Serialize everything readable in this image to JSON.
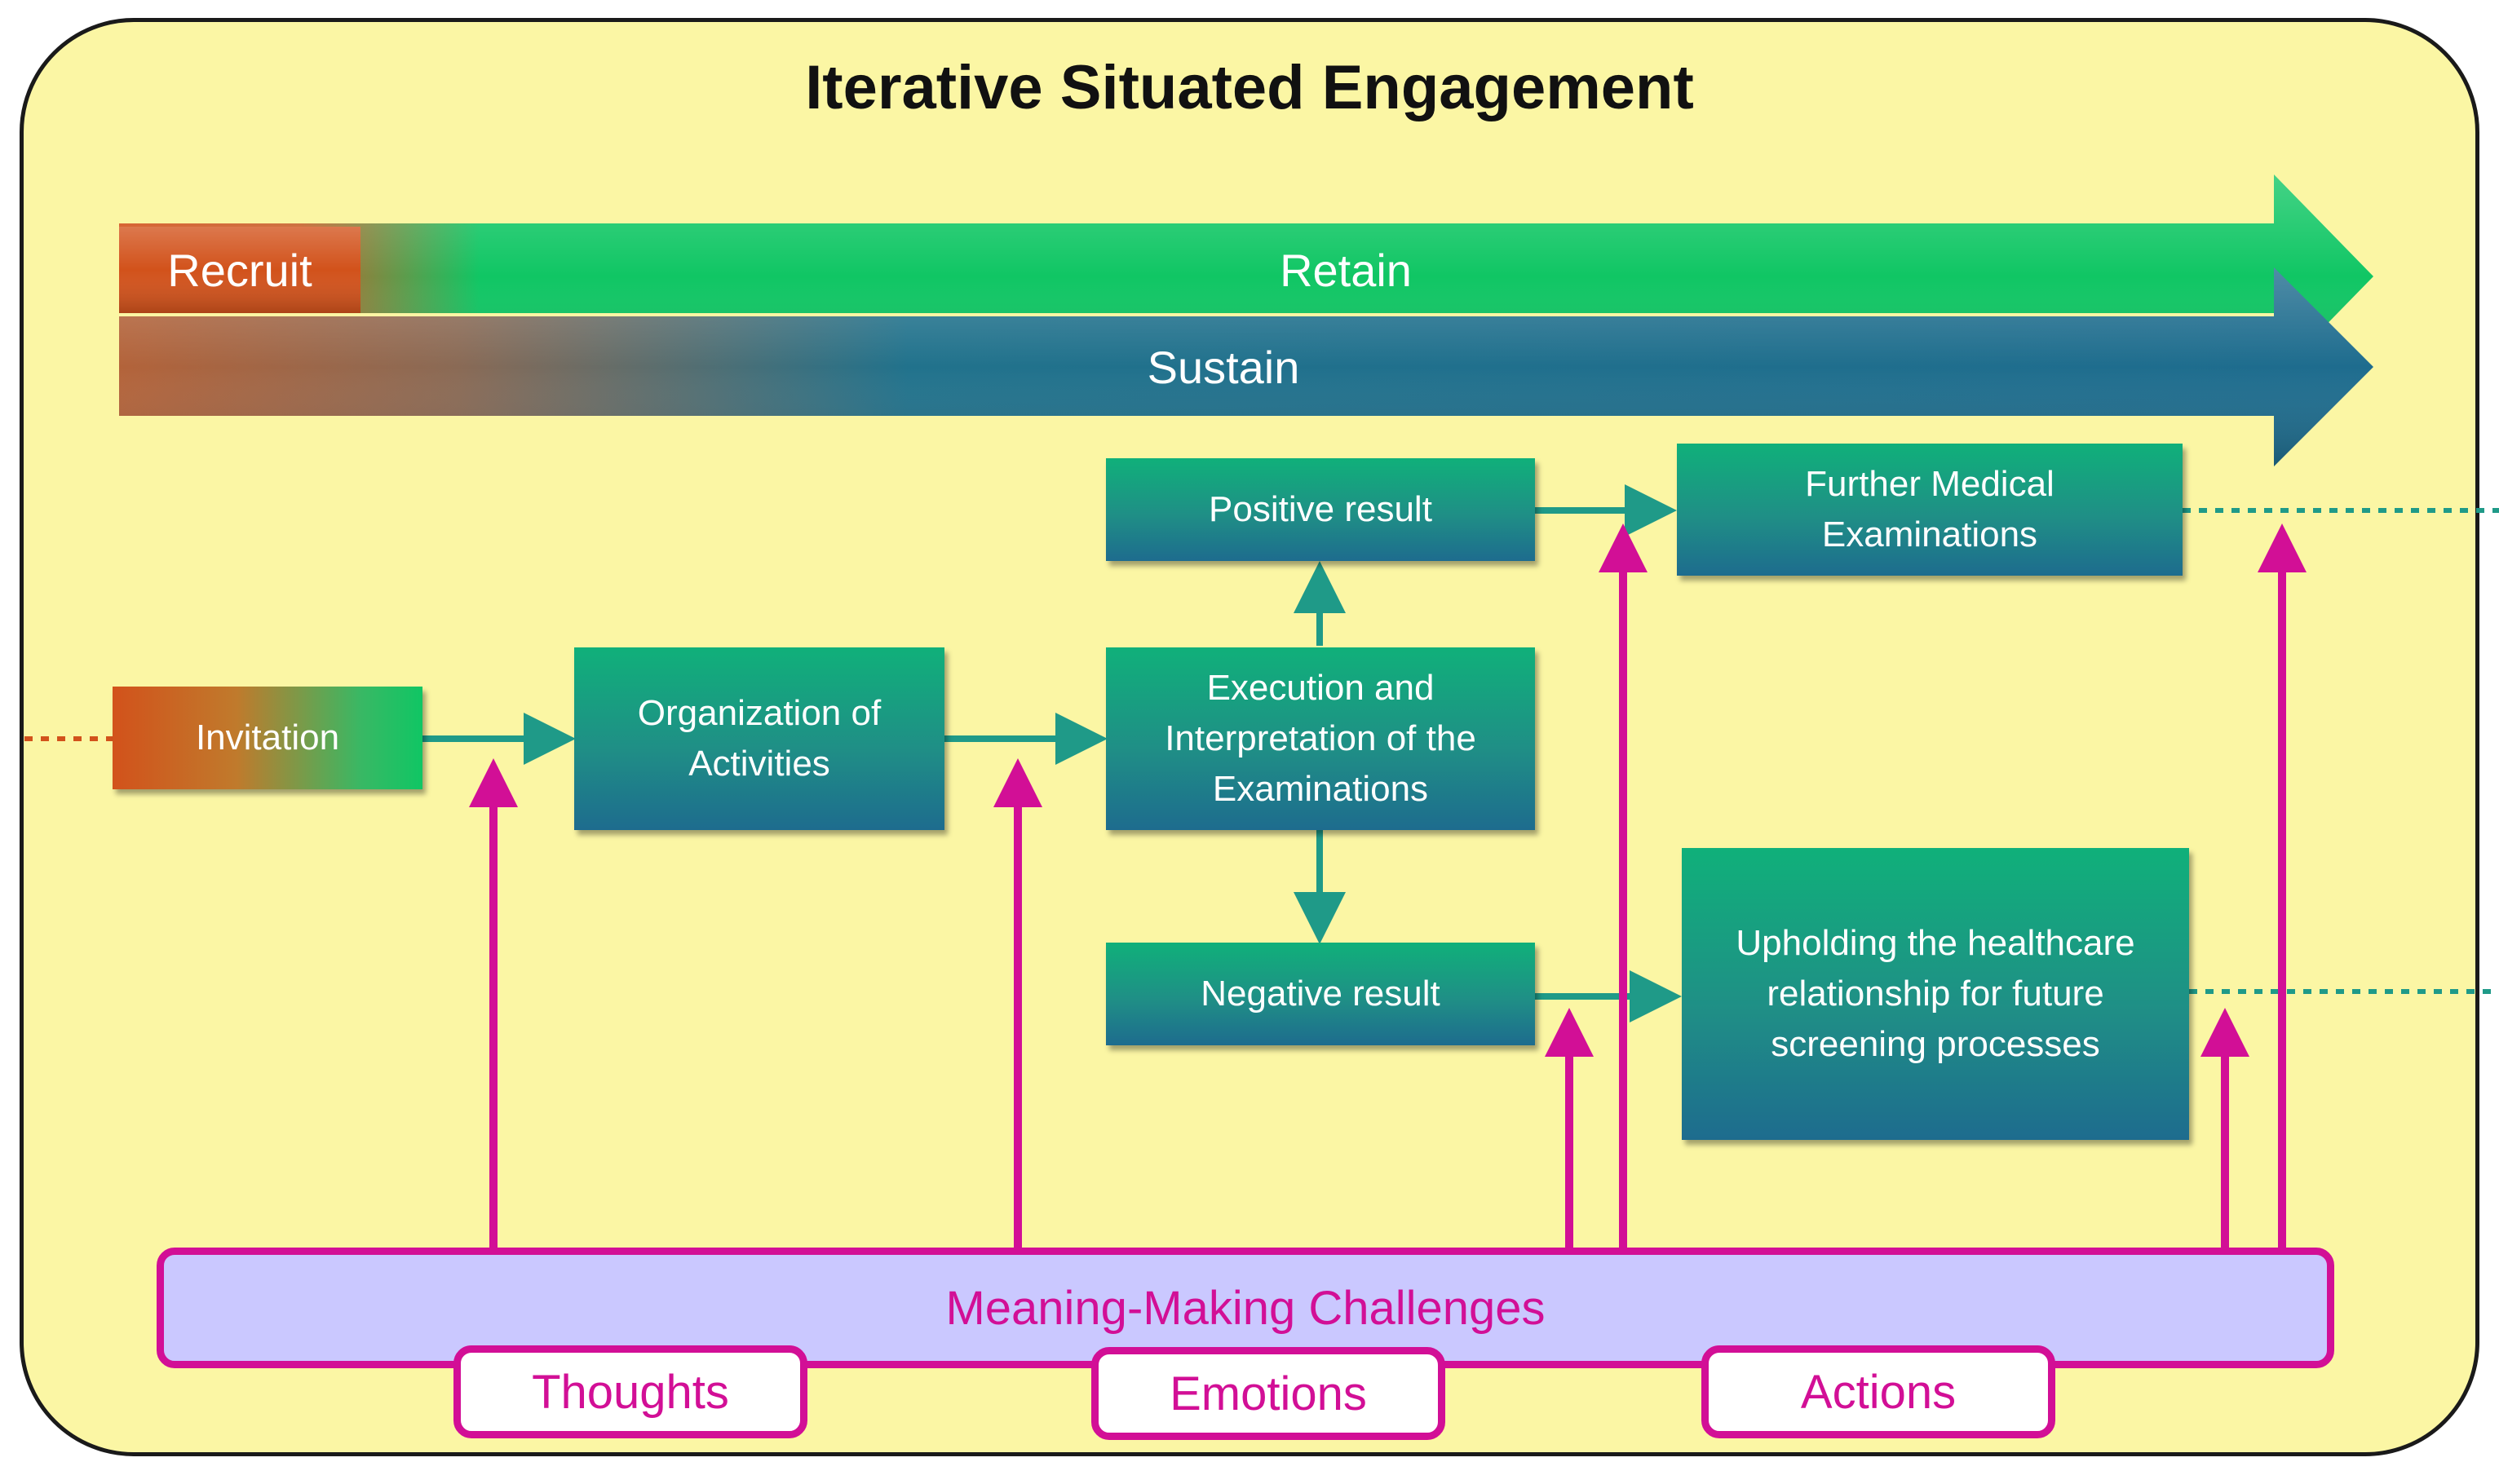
{
  "title": "Iterative Situated Engagement",
  "phases": {
    "recruit": "Recruit",
    "retain": "Retain",
    "sustain": "Sustain"
  },
  "process": {
    "invitation": "Invitation",
    "organization": "Organization of Activities",
    "execution": "Execution and Interpretation of the Examinations",
    "positive": "Positive result",
    "negative": "Negative result",
    "further": "Further Medical Examinations",
    "upholding": "Upholding the healthcare relationship for future screening processes"
  },
  "challenges": {
    "main": "Meaning-Making Challenges",
    "thoughts": "Thoughts",
    "emotions": "Emotions",
    "actions": "Actions"
  },
  "colors": {
    "background": "#fbf6a4",
    "recruit": "#d2521b",
    "retain": "#10c664",
    "sustain": "#1e6c8e",
    "process_teal": "#1f8f86",
    "challenge_magenta": "#d20f96",
    "challenge_fill": "#cac8ff"
  }
}
